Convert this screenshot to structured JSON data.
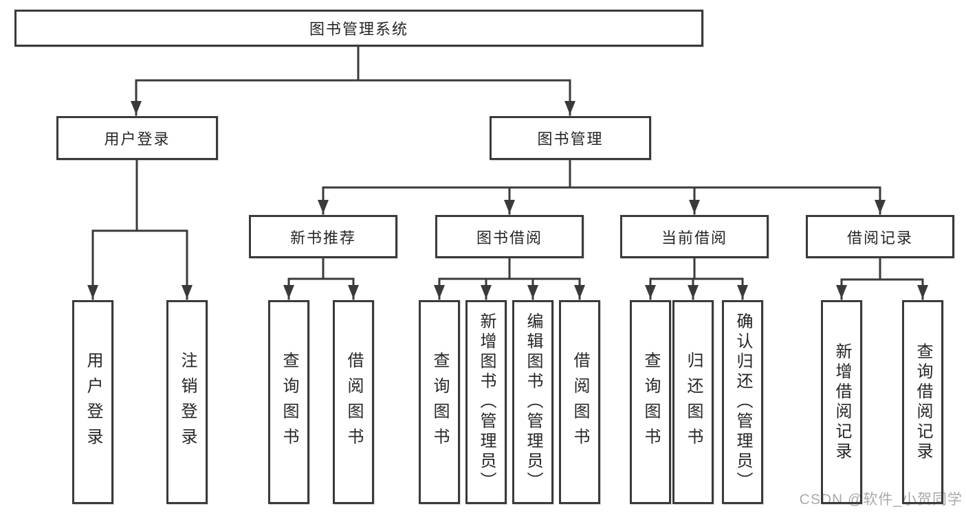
{
  "diagram_type": "tree",
  "tree": {
    "label": "图书管理系统",
    "children": [
      {
        "label": "用户登录",
        "children": [
          {
            "label": "用户登录"
          },
          {
            "label": "注销登录"
          }
        ]
      },
      {
        "label": "图书管理",
        "children": [
          {
            "label": "新书推荐",
            "children": [
              {
                "label": "查询图书"
              },
              {
                "label": "借阅图书"
              }
            ]
          },
          {
            "label": "图书借阅",
            "children": [
              {
                "label": "查询图书"
              },
              {
                "label": "新增图书（管理员）"
              },
              {
                "label": "编辑图书（管理员）"
              },
              {
                "label": "借阅图书"
              }
            ]
          },
          {
            "label": "当前借阅",
            "children": [
              {
                "label": "查询图书"
              },
              {
                "label": "归还图书"
              },
              {
                "label": "确认归还（管理员）"
              }
            ]
          },
          {
            "label": "借阅记录",
            "children": [
              {
                "label": "新增借阅记录"
              },
              {
                "label": "查询借阅记录"
              }
            ]
          }
        ]
      }
    ]
  },
  "watermark": {
    "text": "CSDN @软件_小贺同学"
  },
  "colors": {
    "line": "#3a3a3a",
    "text": "#262626",
    "background": "#ffffff",
    "watermark": "#a9a9a9"
  }
}
